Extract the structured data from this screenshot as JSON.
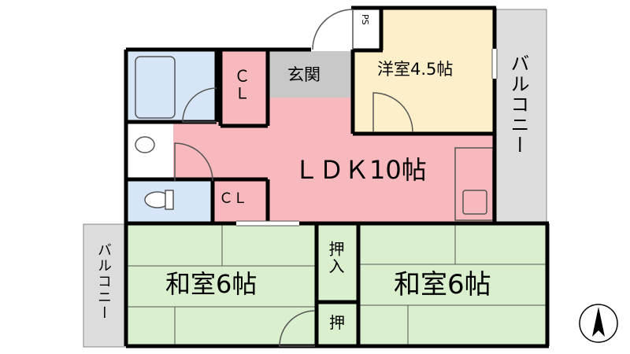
{
  "rooms": {
    "ps": "PS",
    "western_room": "洋室4.5帖",
    "balcony_right": "バルコニー",
    "closet_upper": "ＣＬ",
    "entrance": "玄関",
    "ldk": "ＬＤＫ10帖",
    "closet_lower": "ＣＬ",
    "balcony_left": "バルコニー",
    "japanese_room_left": "和室6帖",
    "japanese_room_right": "和室6帖",
    "oshiire": "押入",
    "oshi": "押"
  },
  "colors": {
    "ldk": "#f7b9bd",
    "western": "#fcefc9",
    "wet": "#d6e6f6",
    "tatami": "#d9efcd",
    "balcony": "#dcdcdc",
    "entrance": "#c8c8c8",
    "wall": "#000000"
  },
  "compass": {
    "direction": "N"
  }
}
